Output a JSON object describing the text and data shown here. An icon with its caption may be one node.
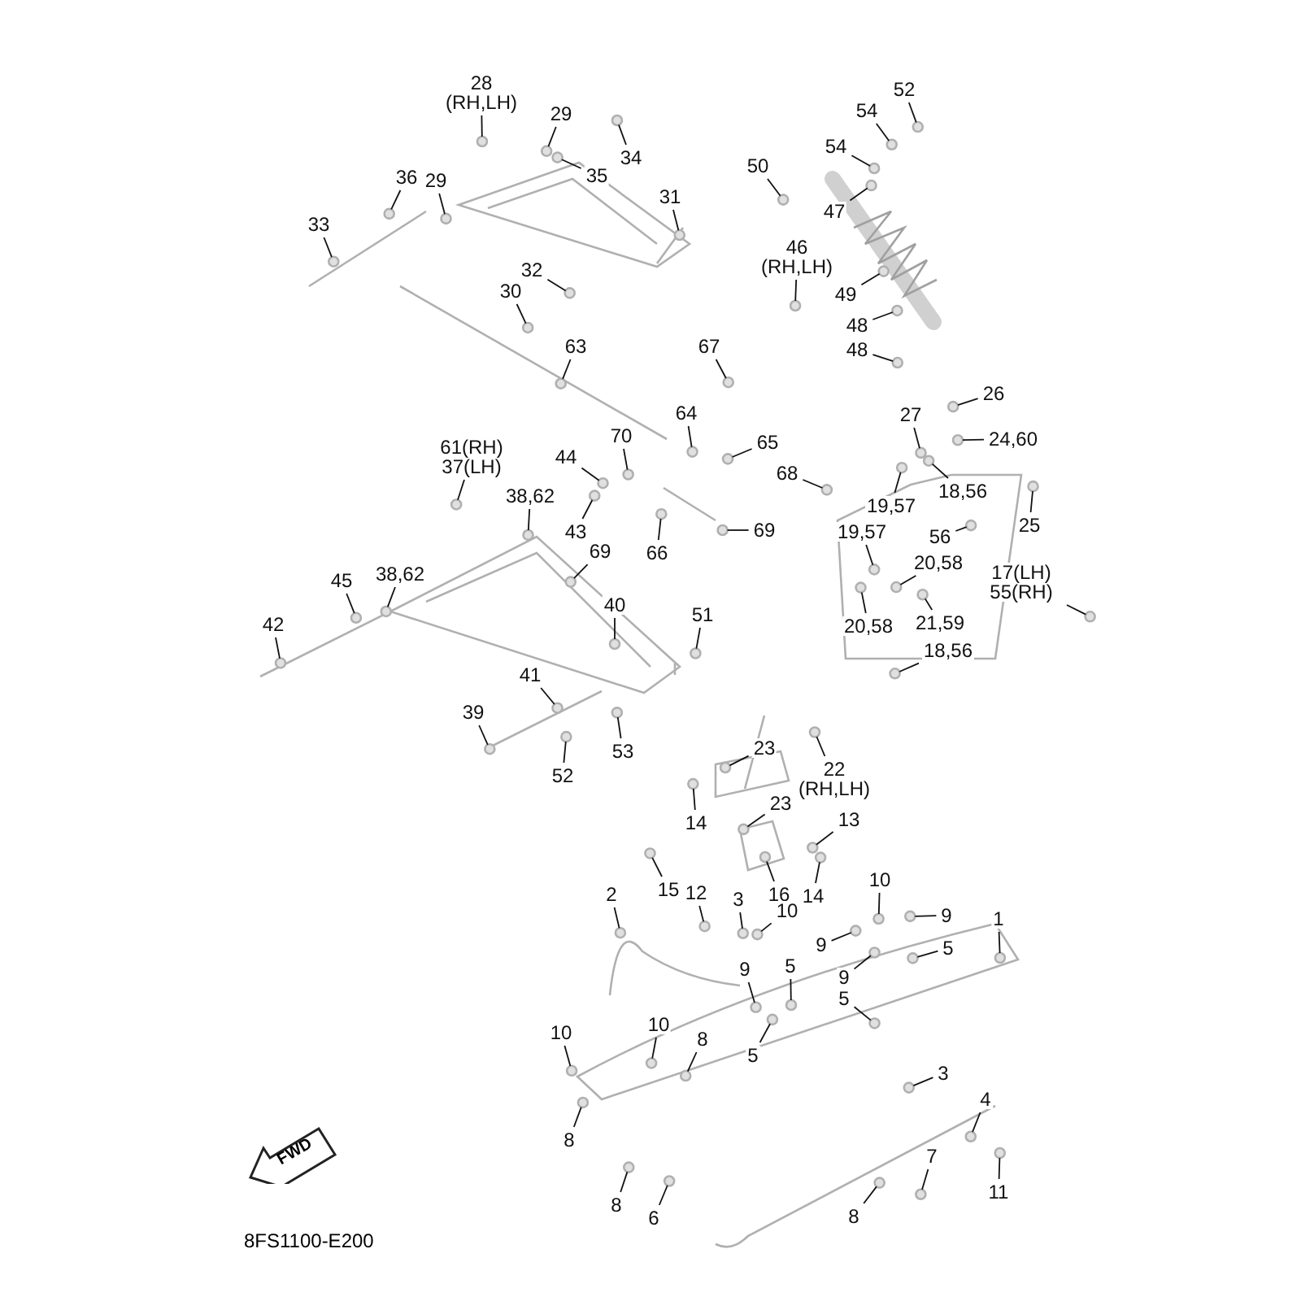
{
  "diagram": {
    "nodes": [
      {
        "text": [
          "28 (RH,LH)"
        ]
      },
      {
        "text": [
          "29"
        ]
      },
      {
        "text": [
          "29"
        ]
      },
      {
        "text": [
          "35"
        ]
      },
      {
        "text": [
          "34"
        ]
      },
      {
        "text": [
          "36"
        ]
      },
      {
        "text": [
          "33"
        ]
      },
      {
        "text": [
          "31"
        ]
      },
      {
        "text": [
          "32"
        ]
      },
      {
        "text": [
          "30"
        ]
      },
      {
        "text": [
          "63"
        ]
      },
      {
        "text": [
          "50"
        ]
      },
      {
        "text": [
          "54"
        ]
      },
      {
        "text": [
          "52"
        ]
      },
      {
        "text": [
          "54"
        ]
      },
      {
        "text": [
          "47"
        ]
      },
      {
        "text": [
          "46 (RH,LH)"
        ]
      },
      {
        "text": [
          "49"
        ]
      },
      {
        "text": [
          "48"
        ]
      },
      {
        "text": [
          "48"
        ]
      },
      {
        "text": [
          "67"
        ]
      },
      {
        "text": [
          "64"
        ]
      },
      {
        "text": [
          "65"
        ]
      },
      {
        "text": [
          "68"
        ]
      },
      {
        "text": [
          "70"
        ]
      },
      {
        "text": [
          "61(RH) 37(LH)"
        ]
      },
      {
        "text": [
          "44"
        ]
      },
      {
        "text": [
          "38,62"
        ]
      },
      {
        "text": [
          "43"
        ]
      },
      {
        "text": [
          "66"
        ]
      },
      {
        "text": [
          "69"
        ]
      },
      {
        "text": [
          "69"
        ]
      },
      {
        "text": [
          "45"
        ]
      },
      {
        "text": [
          "38,62"
        ]
      },
      {
        "text": [
          "42"
        ]
      },
      {
        "text": [
          "40"
        ]
      },
      {
        "text": [
          "51"
        ]
      },
      {
        "text": [
          "41"
        ]
      },
      {
        "text": [
          "39"
        ]
      },
      {
        "text": [
          "52"
        ]
      },
      {
        "text": [
          "53"
        ]
      },
      {
        "text": [
          "27"
        ]
      },
      {
        "text": [
          "26"
        ]
      },
      {
        "text": [
          "24,60"
        ]
      },
      {
        "text": [
          "25"
        ]
      },
      {
        "text": [
          "18,56"
        ]
      },
      {
        "text": [
          "19,57"
        ]
      },
      {
        "text": [
          "56"
        ]
      },
      {
        "text": [
          "19,57"
        ]
      },
      {
        "text": [
          "20,58"
        ]
      },
      {
        "text": [
          "17(LH) 55(RH)"
        ]
      },
      {
        "text": [
          "20,58"
        ]
      },
      {
        "text": [
          "21,59"
        ]
      },
      {
        "text": [
          "18,56"
        ]
      },
      {
        "text": [
          "23"
        ]
      },
      {
        "text": [
          "22 (RH,LH)"
        ]
      },
      {
        "text": [
          "23"
        ]
      },
      {
        "text": [
          "13"
        ]
      },
      {
        "text": [
          "14"
        ]
      },
      {
        "text": [
          "14"
        ]
      },
      {
        "text": [
          "16"
        ]
      },
      {
        "text": [
          "2"
        ]
      },
      {
        "text": [
          "15"
        ]
      },
      {
        "text": [
          "12"
        ]
      },
      {
        "text": [
          "3"
        ]
      },
      {
        "text": [
          "10"
        ]
      },
      {
        "text": [
          "9"
        ]
      },
      {
        "text": [
          "5"
        ]
      },
      {
        "text": [
          "9"
        ]
      },
      {
        "text": [
          "9"
        ]
      },
      {
        "text": [
          "10"
        ]
      },
      {
        "text": [
          "9"
        ]
      },
      {
        "text": [
          "5"
        ]
      },
      {
        "text": [
          "5"
        ]
      },
      {
        "text": [
          "1"
        ]
      },
      {
        "text": [
          "5"
        ]
      },
      {
        "text": [
          "10"
        ]
      },
      {
        "text": [
          "10"
        ]
      },
      {
        "text": [
          "8"
        ]
      },
      {
        "text": [
          "8"
        ]
      },
      {
        "text": [
          "3"
        ]
      },
      {
        "text": [
          "4"
        ]
      },
      {
        "text": [
          "8"
        ]
      },
      {
        "text": [
          "6"
        ]
      },
      {
        "text": [
          "7"
        ]
      },
      {
        "text": [
          "8"
        ]
      },
      {
        "text": [
          "11"
        ]
      },
      {
        "text": [
          "FWD"
        ]
      }
    ],
    "edges": [
      {
        "from": 0,
        "to": null,
        "arrow": "none"
      },
      {
        "from": 1,
        "to": null,
        "arrow": "none"
      },
      {
        "from": 2,
        "to": null,
        "arrow": "none"
      },
      {
        "from": 3,
        "to": null,
        "arrow": "none"
      },
      {
        "from": 4,
        "to": null,
        "arrow": "none"
      },
      {
        "from": 5,
        "to": null,
        "arrow": "none"
      },
      {
        "from": 6,
        "to": null,
        "arrow": "none"
      },
      {
        "from": 7,
        "to": null,
        "arrow": "none"
      },
      {
        "from": 8,
        "to": null,
        "arrow": "none"
      },
      {
        "from": 9,
        "to": null,
        "arrow": "none"
      },
      {
        "from": 10,
        "to": null,
        "arrow": "none"
      },
      {
        "from": 11,
        "to": null,
        "arrow": "none"
      },
      {
        "from": 12,
        "to": null,
        "arrow": "none"
      },
      {
        "from": 13,
        "to": null,
        "arrow": "none"
      },
      {
        "from": 14,
        "to": null,
        "arrow": "none"
      },
      {
        "from": 15,
        "to": null,
        "arrow": "none"
      },
      {
        "from": 16,
        "to": null,
        "arrow": "none"
      },
      {
        "from": 17,
        "to": null,
        "arrow": "none"
      },
      {
        "from": 18,
        "to": null,
        "arrow": "none"
      },
      {
        "from": 19,
        "to": null,
        "arrow": "none"
      },
      {
        "from": 20,
        "to": null,
        "arrow": "none"
      },
      {
        "from": 21,
        "to": null,
        "arrow": "none"
      },
      {
        "from": 22,
        "to": null,
        "arrow": "none"
      },
      {
        "from": 23,
        "to": null,
        "arrow": "none"
      },
      {
        "from": 24,
        "to": null,
        "arrow": "none"
      },
      {
        "from": 25,
        "to": null,
        "arrow": "none"
      },
      {
        "from": 26,
        "to": null,
        "arrow": "none"
      },
      {
        "from": 27,
        "to": null,
        "arrow": "none"
      },
      {
        "from": 28,
        "to": null,
        "arrow": "none"
      },
      {
        "from": 29,
        "to": null,
        "arrow": "none"
      },
      {
        "from": 30,
        "to": null,
        "arrow": "none"
      },
      {
        "from": 31,
        "to": null,
        "arrow": "none"
      },
      {
        "from": 32,
        "to": null,
        "arrow": "none"
      },
      {
        "from": 33,
        "to": null,
        "arrow": "none"
      },
      {
        "from": 34,
        "to": null,
        "arrow": "none"
      },
      {
        "from": 35,
        "to": null,
        "arrow": "none"
      },
      {
        "from": 36,
        "to": null,
        "arrow": "none"
      },
      {
        "from": 37,
        "to": null,
        "arrow": "none"
      },
      {
        "from": 38,
        "to": null,
        "arrow": "none"
      },
      {
        "from": 39,
        "to": null,
        "arrow": "none"
      },
      {
        "from": 40,
        "to": null,
        "arrow": "none"
      },
      {
        "from": 41,
        "to": null,
        "arrow": "none"
      },
      {
        "from": 42,
        "to": null,
        "arrow": "none"
      },
      {
        "from": 43,
        "to": null,
        "arrow": "none"
      },
      {
        "from": 44,
        "to": null,
        "arrow": "none"
      },
      {
        "from": 45,
        "to": null,
        "arrow": "none"
      },
      {
        "from": 46,
        "to": null,
        "arrow": "none"
      },
      {
        "from": 47,
        "to": null,
        "arrow": "none"
      },
      {
        "from": 48,
        "to": null,
        "arrow": "none"
      },
      {
        "from": 49,
        "to": null,
        "arrow": "none"
      },
      {
        "from": 50,
        "to": null,
        "arrow": "none"
      },
      {
        "from": 51,
        "to": null,
        "arrow": "none"
      },
      {
        "from": 52,
        "to": null,
        "arrow": "none"
      },
      {
        "from": 53,
        "to": null,
        "arrow": "none"
      },
      {
        "from": 54,
        "to": null,
        "arrow": "none"
      },
      {
        "from": 55,
        "to": null,
        "arrow": "none"
      },
      {
        "from": 56,
        "to": null,
        "arrow": "none"
      },
      {
        "from": 57,
        "to": null,
        "arrow": "none"
      },
      {
        "from": 58,
        "to": null,
        "arrow": "none"
      },
      {
        "from": 59,
        "to": null,
        "arrow": "none"
      },
      {
        "from": 60,
        "to": null,
        "arrow": "none"
      },
      {
        "from": 61,
        "to": null,
        "arrow": "none"
      },
      {
        "from": 62,
        "to": null,
        "arrow": "none"
      },
      {
        "from": 63,
        "to": null,
        "arrow": "none"
      },
      {
        "from": 64,
        "to": null,
        "arrow": "none"
      },
      {
        "from": 65,
        "to": null,
        "arrow": "none"
      },
      {
        "from": 66,
        "to": null,
        "arrow": "none"
      },
      {
        "from": 67,
        "to": null,
        "arrow": "none"
      },
      {
        "from": 68,
        "to": null,
        "arrow": "none"
      },
      {
        "from": 69,
        "to": null,
        "arrow": "none"
      },
      {
        "from": 70,
        "to": null,
        "arrow": "none"
      },
      {
        "from": 71,
        "to": null,
        "arrow": "none"
      },
      {
        "from": 72,
        "to": null,
        "arrow": "none"
      },
      {
        "from": 73,
        "to": null,
        "arrow": "none"
      },
      {
        "from": 74,
        "to": null,
        "arrow": "none"
      },
      {
        "from": 75,
        "to": null,
        "arrow": "none"
      },
      {
        "from": 76,
        "to": null,
        "arrow": "none"
      },
      {
        "from": 77,
        "to": null,
        "arrow": "none"
      },
      {
        "from": 78,
        "to": null,
        "arrow": "none"
      },
      {
        "from": 79,
        "to": null,
        "arrow": "none"
      },
      {
        "from": 80,
        "to": null,
        "arrow": "none"
      },
      {
        "from": 81,
        "to": null,
        "arrow": "none"
      },
      {
        "from": 82,
        "to": null,
        "arrow": "none"
      },
      {
        "from": 83,
        "to": null,
        "arrow": "none"
      },
      {
        "from": 84,
        "to": null,
        "arrow": "none"
      },
      {
        "from": 85,
        "to": null,
        "arrow": "none"
      },
      {
        "from": 86,
        "to": null,
        "arrow": "none"
      }
    ],
    "labels": [
      "8FS1100-E200"
    ]
  }
}
